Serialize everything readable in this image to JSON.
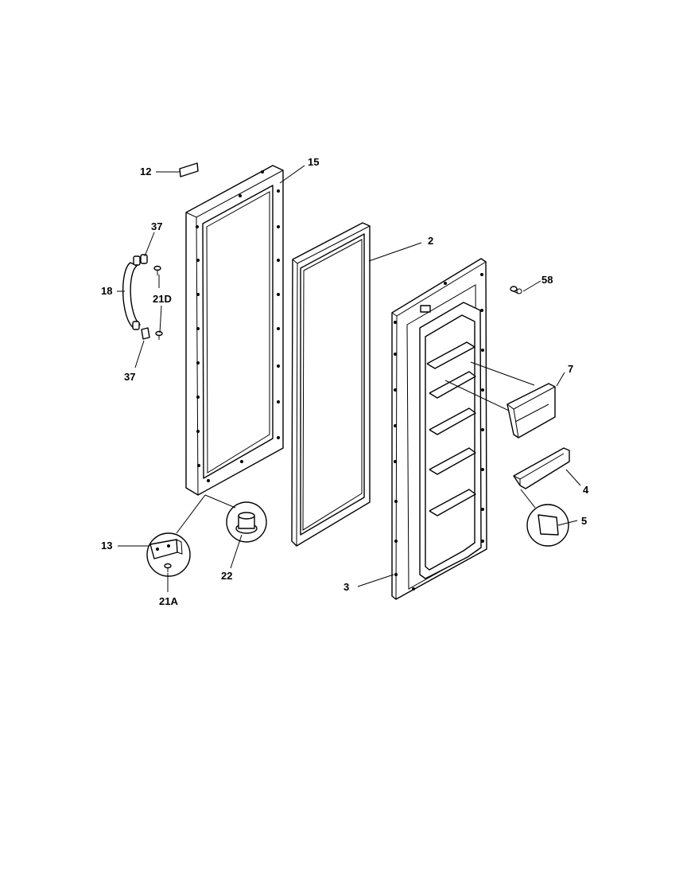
{
  "callouts": {
    "c12": "12",
    "c15": "15",
    "c2": "2",
    "c37a": "37",
    "c18": "18",
    "c21d": "21D",
    "c37b": "37",
    "c58": "58",
    "c7": "7",
    "c4": "4",
    "c5": "5",
    "c13": "13",
    "c22": "22",
    "c21a": "21A",
    "c3": "3"
  }
}
